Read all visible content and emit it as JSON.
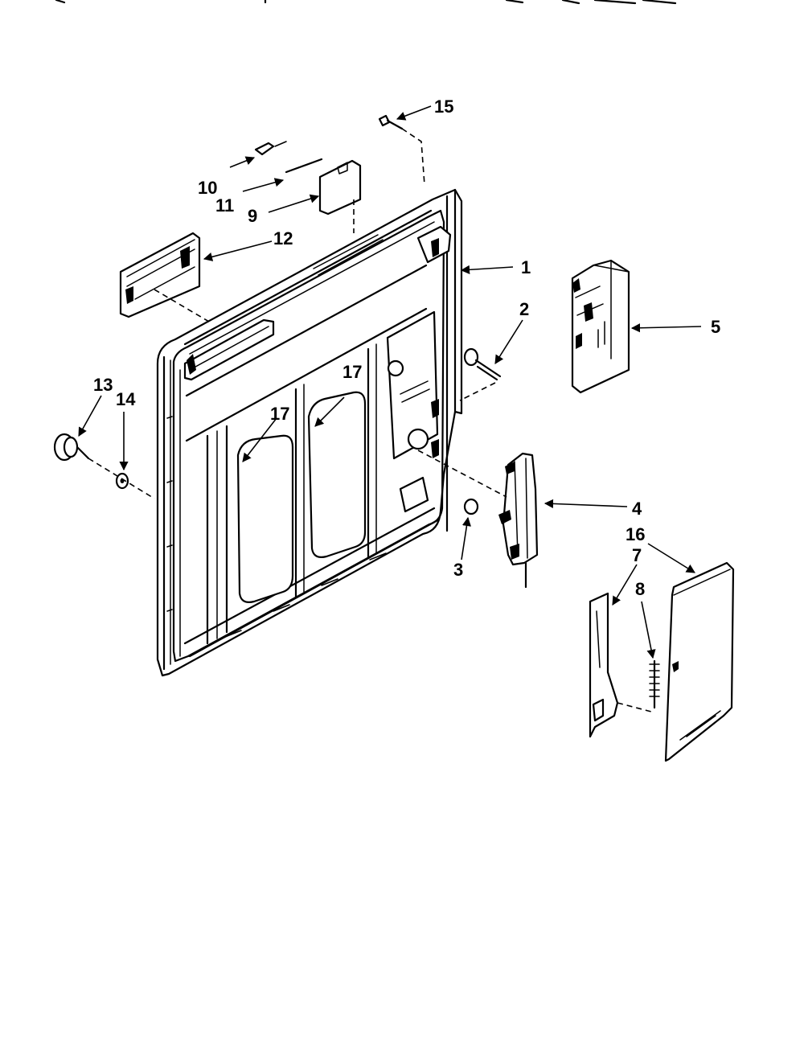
{
  "callouts": {
    "c1": "1",
    "c2": "2",
    "c3": "3",
    "c4": "4",
    "c5": "5",
    "c7": "7",
    "c8": "8",
    "c9": "9",
    "c10": "10",
    "c11": "11",
    "c12": "12",
    "c13": "13",
    "c14": "14",
    "c15": "15",
    "c16": "16",
    "c17a": "17",
    "c17b": "17"
  }
}
